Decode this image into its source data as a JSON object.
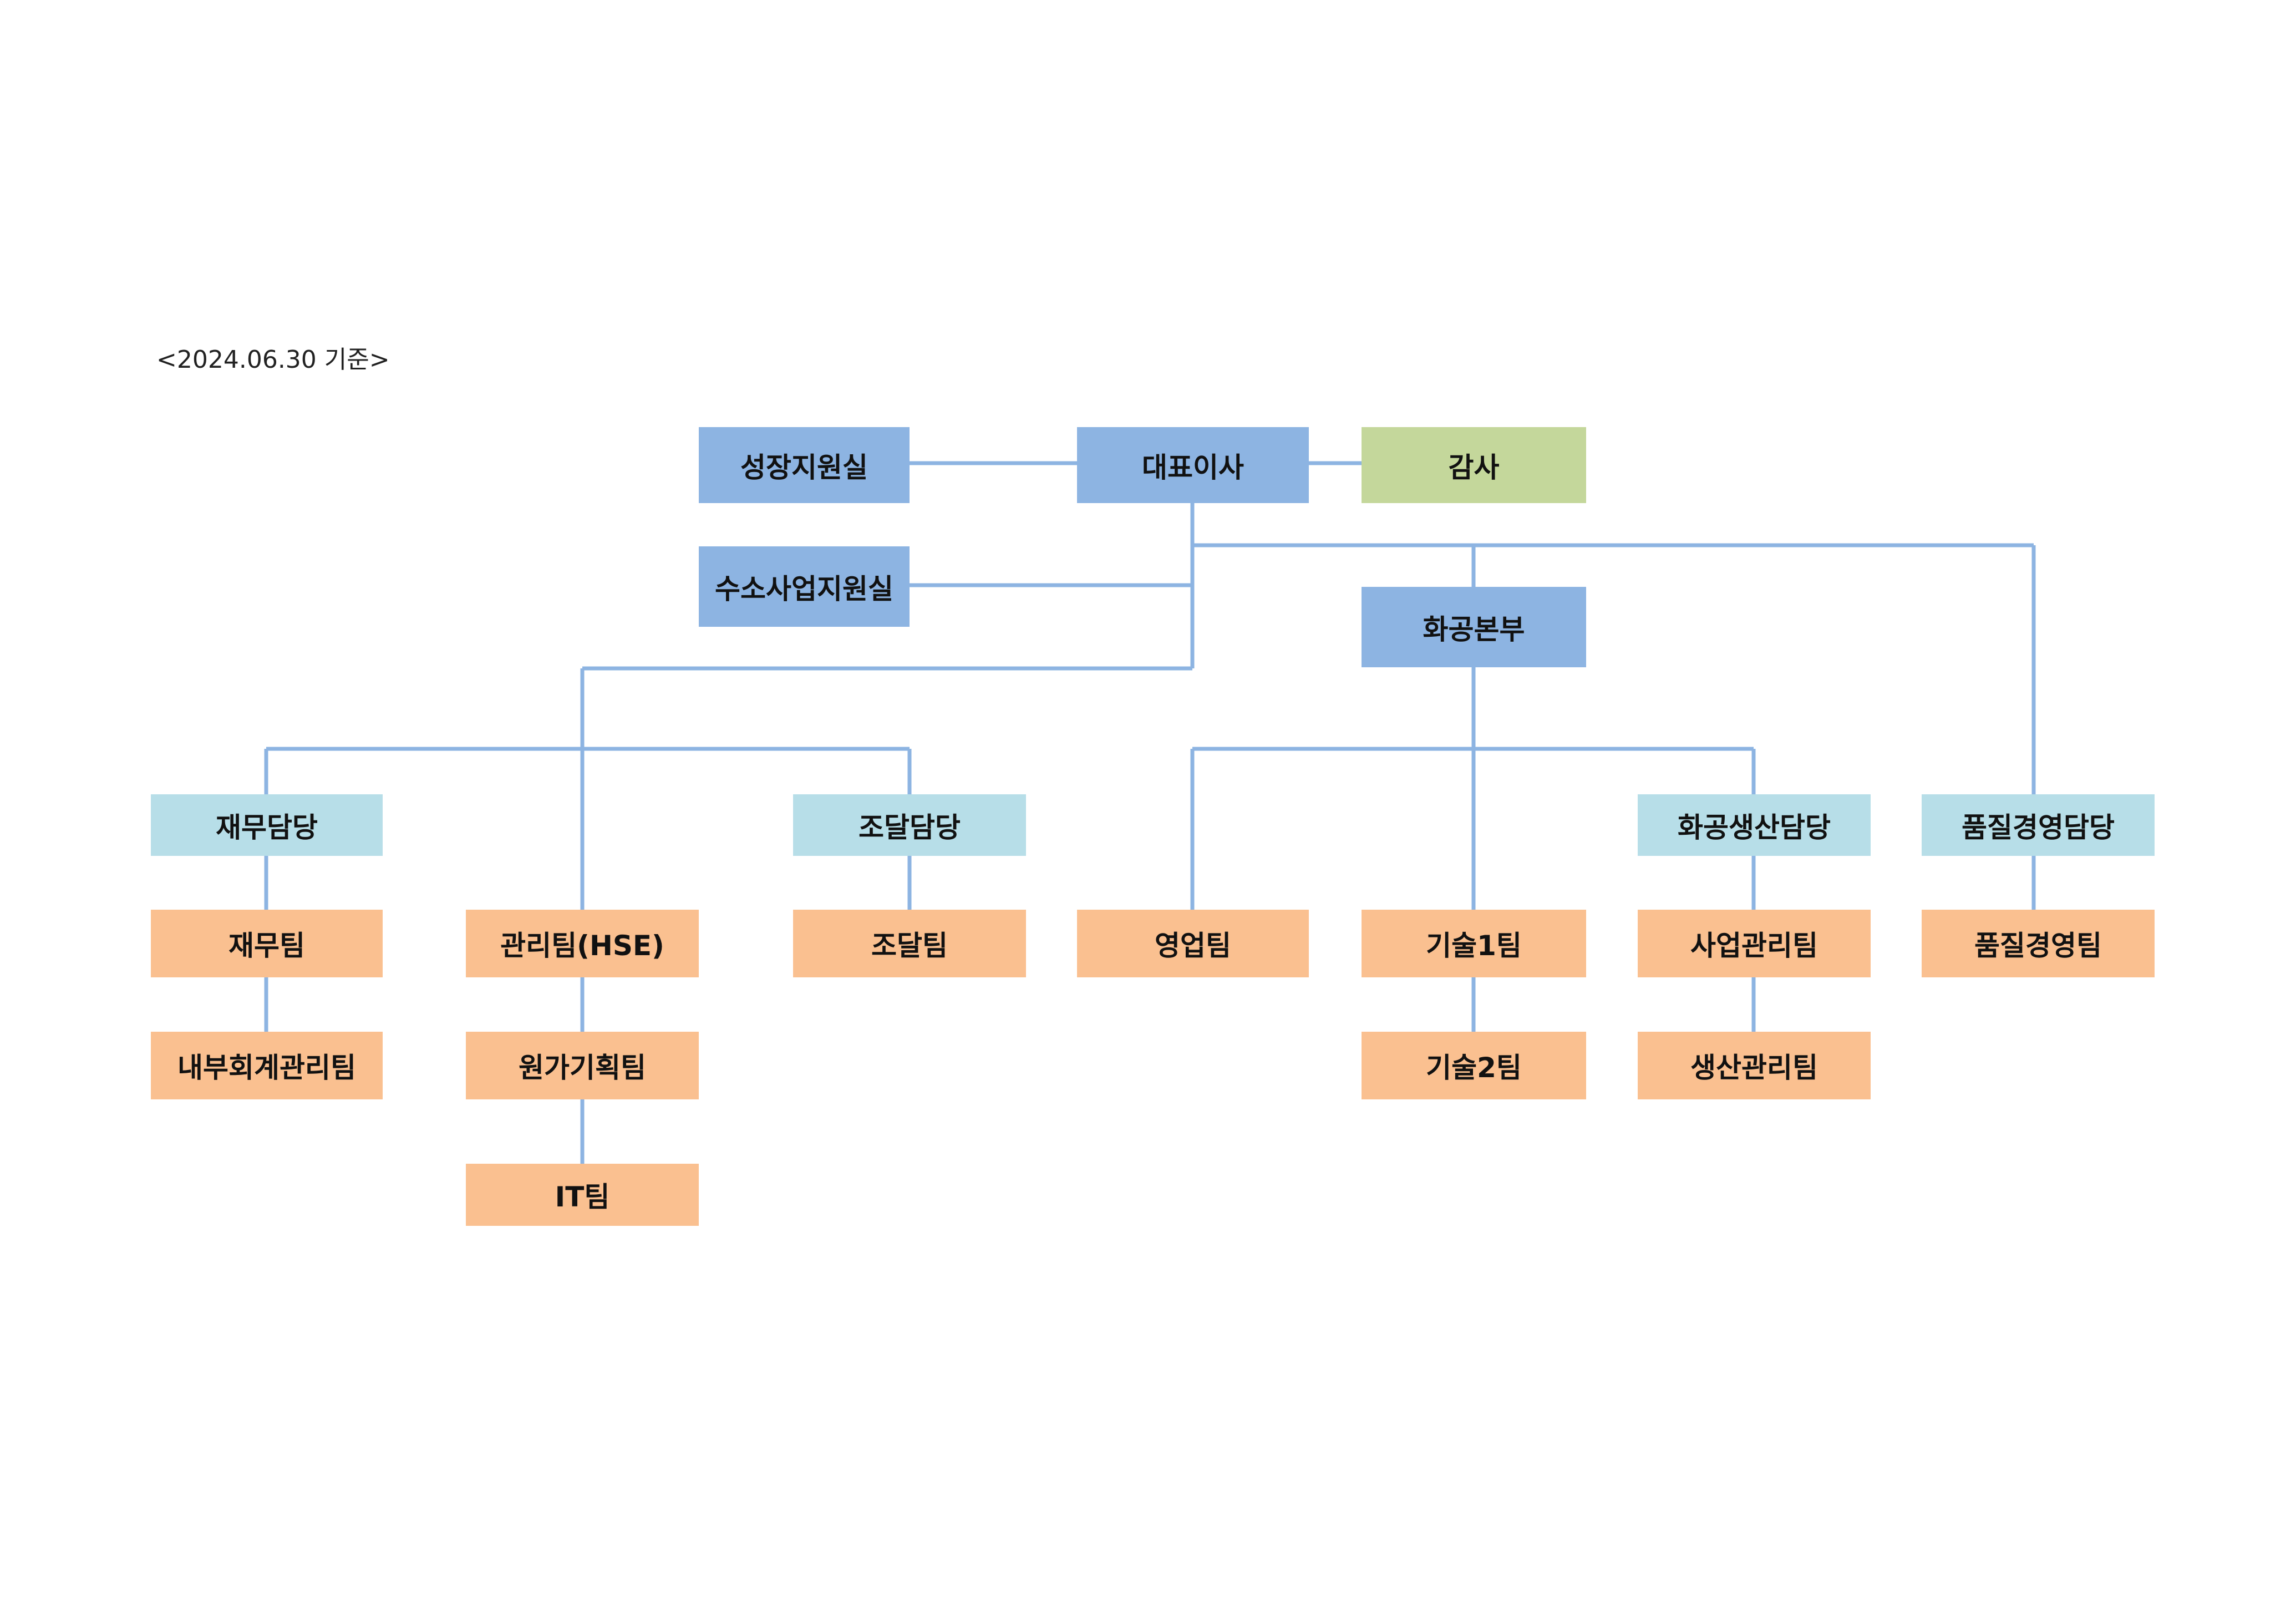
{
  "date_label": "<2024.06.30 기준>",
  "colors": {
    "executive": "#8db4e2",
    "audit": "#c4d79b",
    "division": "#b7dee8",
    "team": "#fac090",
    "connector": "#8db4e2"
  },
  "nodes": {
    "ceo": "대표이사",
    "growth_support": "성장지원실",
    "audit": "감사",
    "hydrogen_support": "수소사업지원실",
    "chem_hq": "화공본부",
    "finance_div": "재무담당",
    "procurement_div": "조달담당",
    "chem_production_div": "화공생산담당",
    "quality_div": "품질경영담당",
    "finance_team": "재무팀",
    "internal_accounting_team": "내부회계관리팀",
    "admin_team": "관리팀(HSE)",
    "cost_planning_team": "원가기획팀",
    "it_team": "IT팀",
    "procurement_team": "조달팀",
    "sales_team": "영업팀",
    "tech1_team": "기술1팀",
    "tech2_team": "기술2팀",
    "business_mgmt_team": "사업관리팀",
    "production_mgmt_team": "생산관리팀",
    "quality_team": "품질경영팀"
  }
}
